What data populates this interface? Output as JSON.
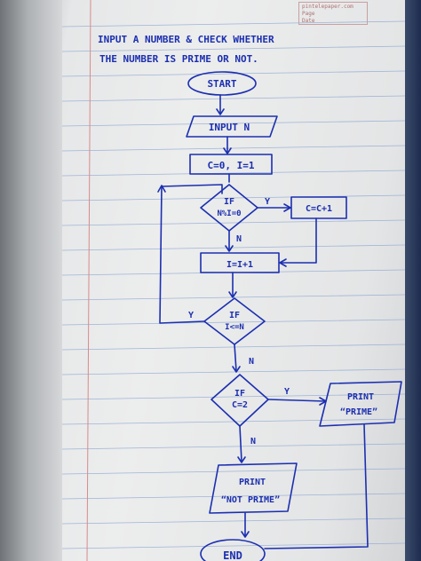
{
  "header": {
    "stamp_line1": "pintelepaper.com",
    "stamp_line2": "Page",
    "stamp_line3": "Date"
  },
  "title": {
    "line1": "INPUT A NUMBER & CHECK WHETHER",
    "line2": "THE NUMBER IS PRIME OR NOT."
  },
  "flowchart": {
    "start": "START",
    "input": "INPUT N",
    "init": "C=0, I=1",
    "cond1_a": "IF",
    "cond1_b": "N%I=0",
    "inc_c": "C=C+1",
    "inc_i": "I=I+1",
    "cond2_a": "IF",
    "cond2_b": "I<=N",
    "cond3_a": "IF",
    "cond3_b": "C=2",
    "print_prime_a": "PRINT",
    "print_prime_b": "“PRIME”",
    "print_not_a": "PRINT",
    "print_not_b": "“NOT PRIME”",
    "end": "END",
    "yes": "Y",
    "no": "N"
  },
  "colors": {
    "ink": "#1b2fb0",
    "rule_line": "#9fb4d6",
    "margin_line": "#d98a8a"
  }
}
